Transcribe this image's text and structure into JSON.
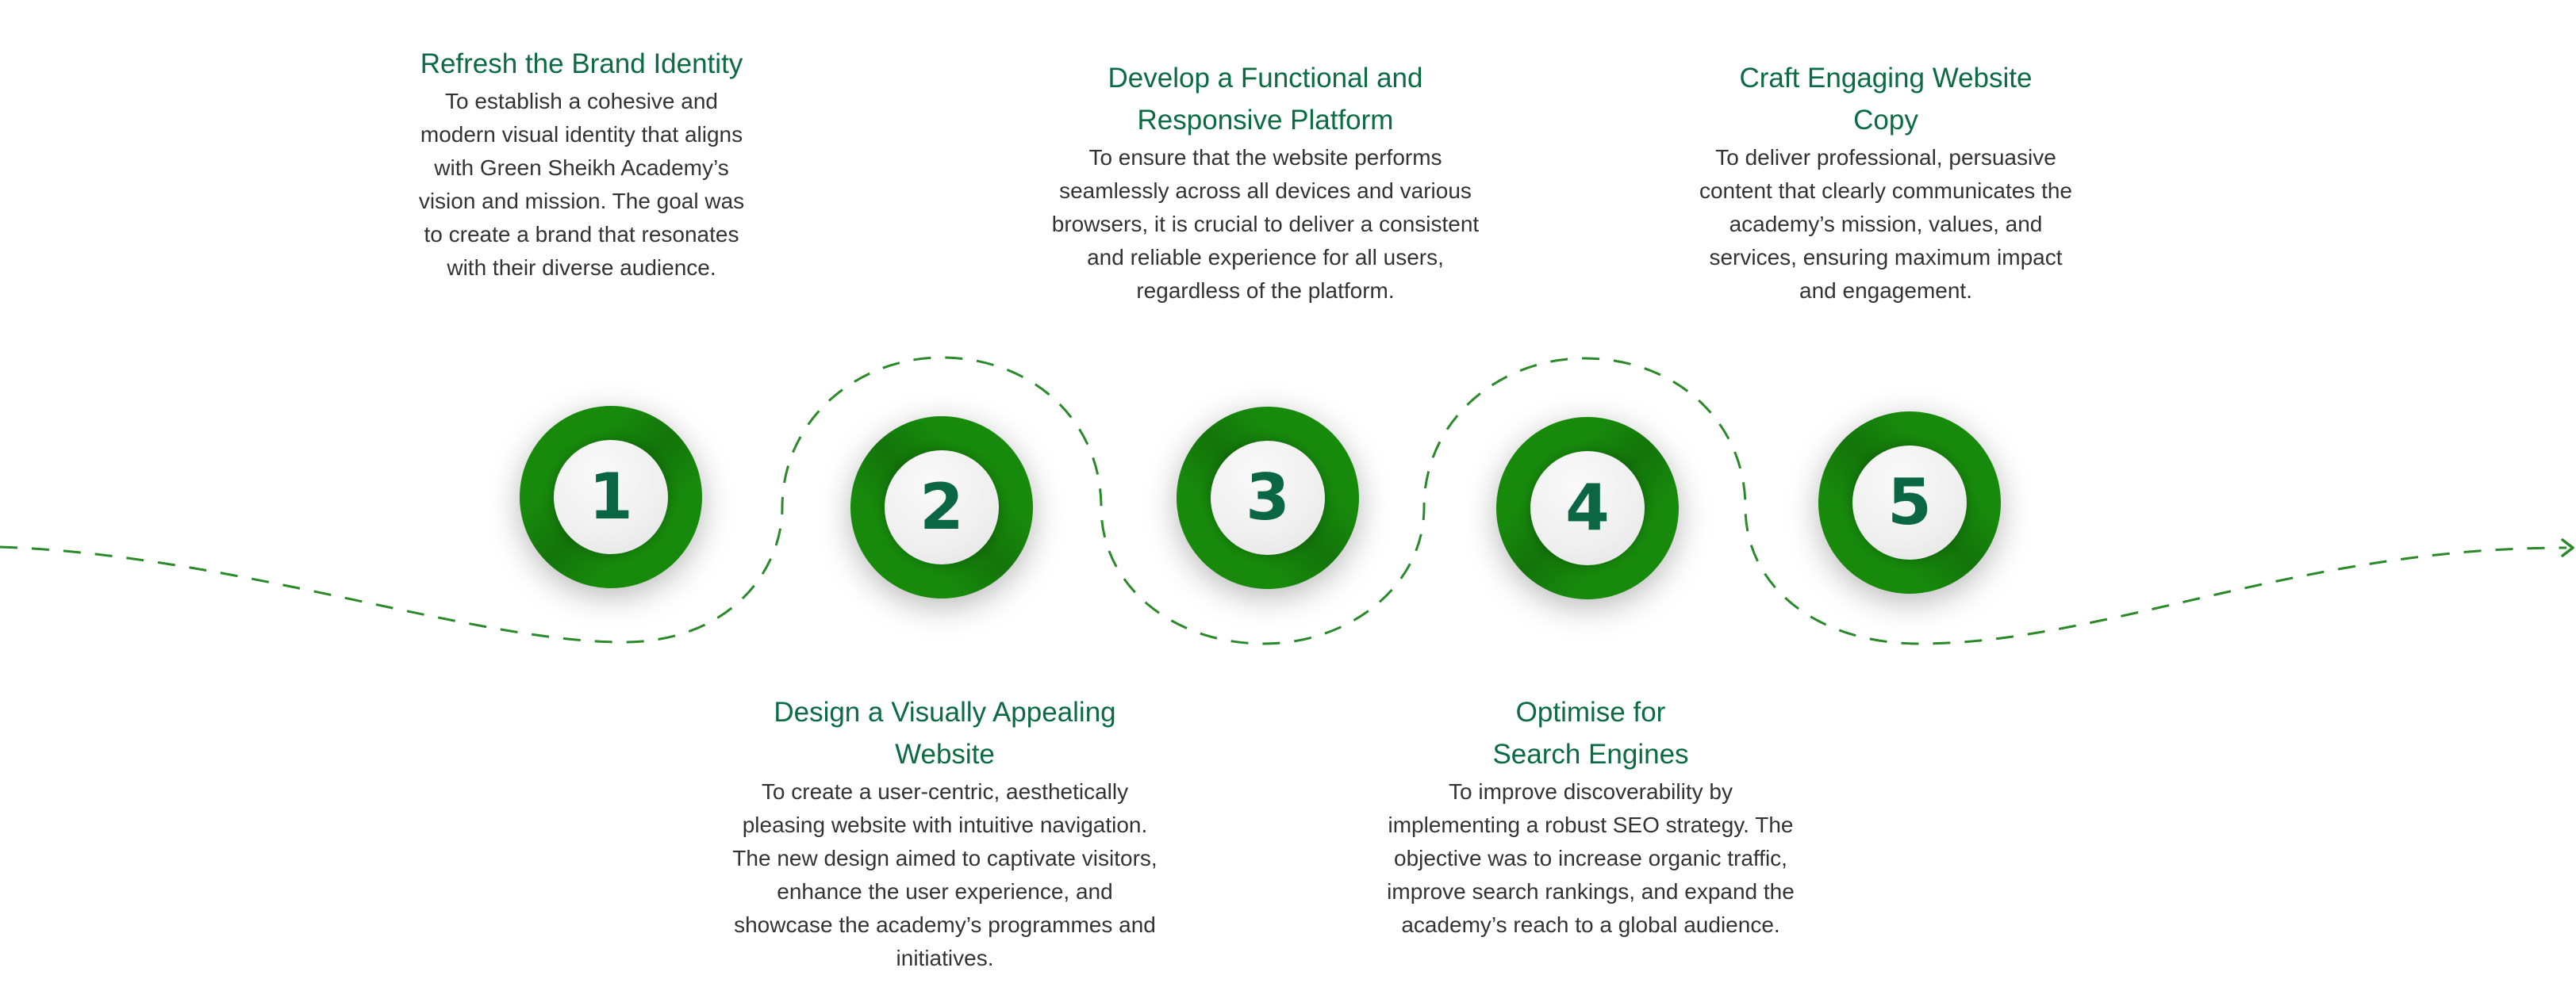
{
  "colors": {
    "heading": "#0b6b42",
    "body_text": "#333333",
    "ring": "#178a0c",
    "digit": "#0b6644",
    "path": "#2a8a2a"
  },
  "steps": [
    {
      "number": "1",
      "title": "Refresh the Brand Identity",
      "body": "To establish a cohesive and modern visual identity that aligns with Green Sheikh Academy’s vision and mission. The goal was to create a brand that resonates with their diverse audience."
    },
    {
      "number": "2",
      "title": "Design a Visually Appealing Website",
      "body": "To create a user-centric, aesthetically pleasing website with intuitive navigation. The new design aimed to captivate visitors, enhance the user experience, and showcase the academy’s programmes and initiatives."
    },
    {
      "number": "3",
      "title": "Develop a Functional and Responsive Platform",
      "body": "To ensure that the website performs seamlessly across all devices and various browsers, it is crucial to deliver a consistent and reliable experience for all users, regardless of the platform."
    },
    {
      "number": "4",
      "title": "Optimise for Search Engines",
      "body": "To improve discoverability by implementing a robust SEO strategy. The objective was to increase organic traffic, improve search rankings, and expand the academy’s reach to a global audience."
    },
    {
      "number": "5",
      "title": "Craft Engaging Website Copy",
      "body": "To deliver professional, persuasive content that clearly communicates the academy’s mission, values, and services, ensuring maximum impact and engagement."
    }
  ]
}
